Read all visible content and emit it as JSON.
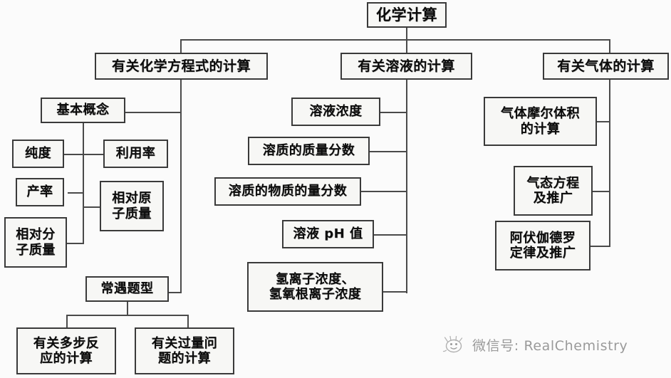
{
  "diagram": {
    "title": "化学计算",
    "type": "tree-mindmap",
    "root": {
      "label": "化学计算"
    },
    "branches": [
      {
        "id": "equation",
        "label": "有关化学方程式的计算",
        "children": [
          {
            "id": "basic-concepts",
            "label": "基本概念",
            "children": [
              {
                "id": "purity",
                "label": "纯度"
              },
              {
                "id": "utilization-rate",
                "label": "利用率"
              },
              {
                "id": "yield",
                "label": "产率"
              },
              {
                "id": "relative-atomic-mass",
                "label": "相对原\n子质量"
              },
              {
                "id": "relative-molecular-mass",
                "label": "相对分\n子质量"
              }
            ]
          },
          {
            "id": "common-problem-types",
            "label": "常遇题型",
            "children": [
              {
                "id": "multi-step-reaction",
                "label": "有关多步反\n应的计算"
              },
              {
                "id": "excess-problem",
                "label": "有关过量问\n题的计算"
              }
            ]
          }
        ]
      },
      {
        "id": "solution",
        "label": "有关溶液的计算",
        "children": [
          {
            "id": "solution-concentration",
            "label": "溶液浓度"
          },
          {
            "id": "solute-mass-fraction",
            "label": "溶质的质量分数"
          },
          {
            "id": "solute-mole-fraction",
            "label": "溶质的物质的量分数"
          },
          {
            "id": "solution-ph",
            "label": "溶液 pH 值"
          },
          {
            "id": "ion-concentration",
            "label": "氢离子浓度、\n氢氧根离子浓度"
          }
        ]
      },
      {
        "id": "gas",
        "label": "有关气体的计算",
        "children": [
          {
            "id": "molar-volume",
            "label": "气体摩尔体积\n的计算"
          },
          {
            "id": "gas-equation",
            "label": "气态方程\n及推广"
          },
          {
            "id": "avogadro-law",
            "label": "阿伏伽德罗\n定律及推广"
          }
        ]
      }
    ]
  },
  "watermark": {
    "icon": "chick-icon",
    "text": "微信号: RealChemistry"
  },
  "colors": {
    "box_border": "#3a3a3a",
    "box_fill": "#f7f7f5",
    "line": "#4a4a4a",
    "text": "#0c0c0c",
    "watermark_text": "#9a9a9a",
    "background": "#fbfbfb"
  }
}
